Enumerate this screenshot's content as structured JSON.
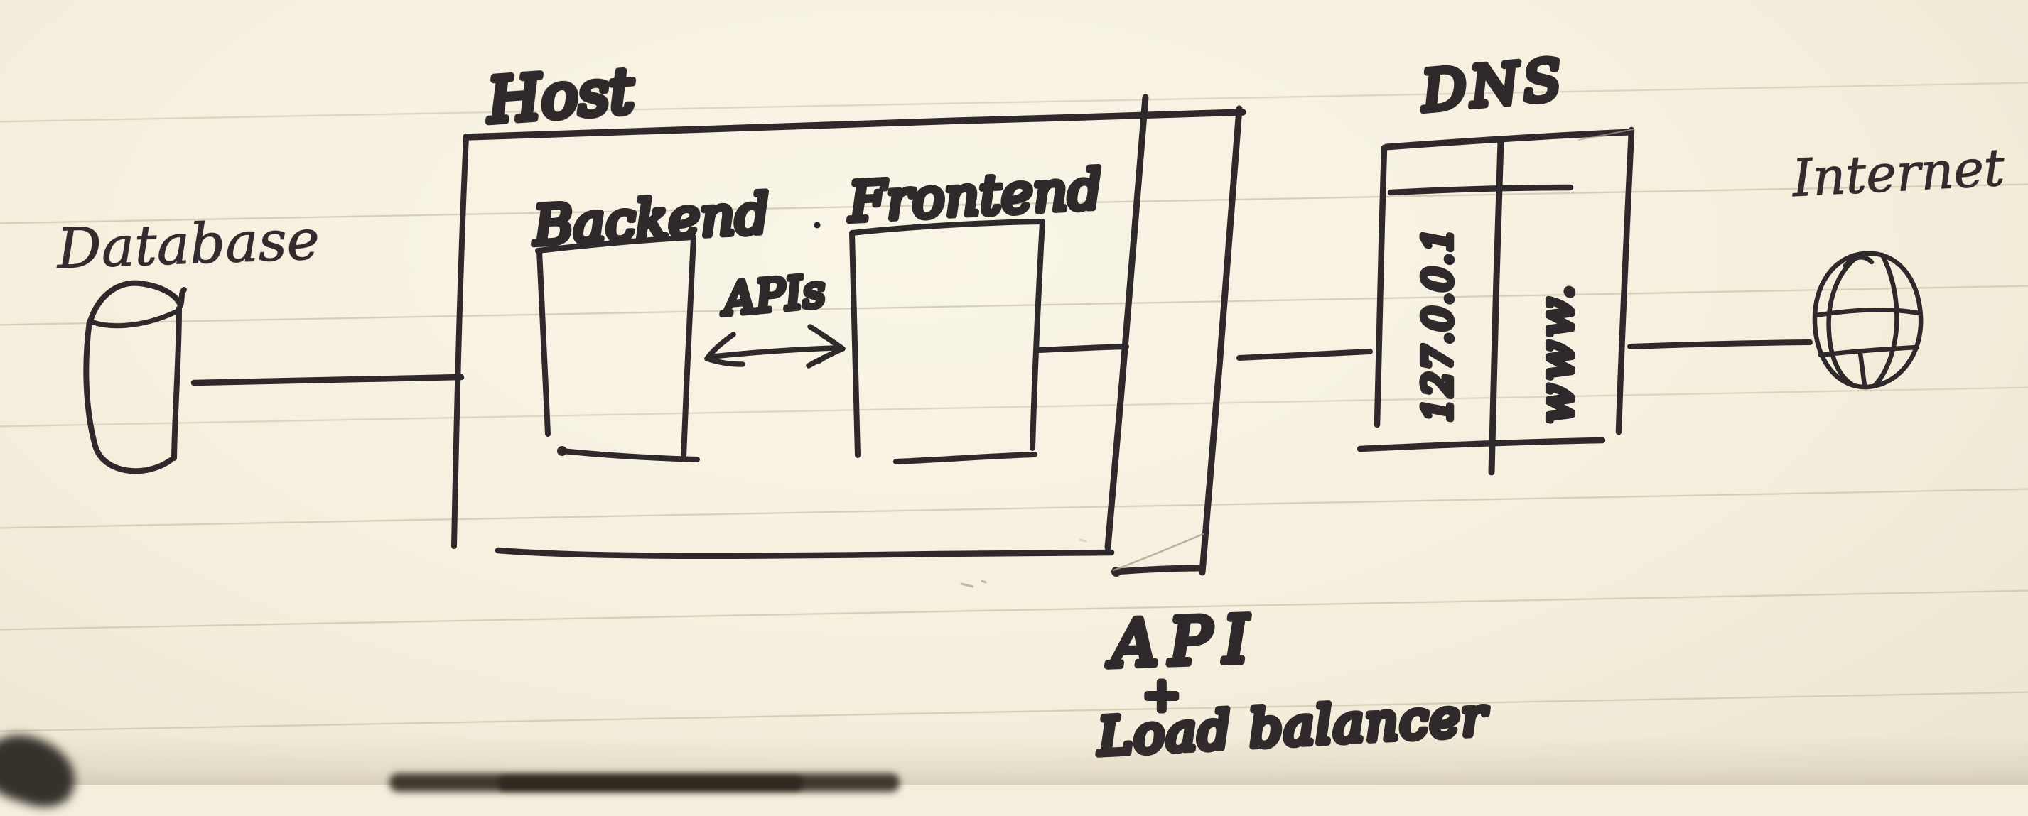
{
  "labels": {
    "database": "Database",
    "host": "Host",
    "backend": "Backend",
    "frontend": "Frontend",
    "apis": "APIs",
    "api": "API",
    "plus": "+",
    "load_balancer": "Load balancer",
    "dns": "DNS",
    "ip": "127.0.0.1",
    "www": "www.",
    "internet": "Internet"
  },
  "diagram": {
    "type": "hand-drawn system architecture sketch on ruled notebook paper",
    "nodes": [
      {
        "id": "database",
        "label": "Database",
        "icon": "database-cylinder-icon"
      },
      {
        "id": "host",
        "label": "Host",
        "kind": "container",
        "children": [
          "backend",
          "frontend"
        ]
      },
      {
        "id": "backend",
        "label": "Backend",
        "kind": "box"
      },
      {
        "id": "frontend",
        "label": "Frontend",
        "kind": "box"
      },
      {
        "id": "api_lb",
        "label": "API + Load balancer",
        "kind": "tall-box"
      },
      {
        "id": "dns",
        "label": "DNS",
        "kind": "table",
        "cells": [
          "127.0.0.1",
          "www."
        ]
      },
      {
        "id": "internet",
        "label": "Internet",
        "icon": "globe-icon"
      }
    ],
    "edges": [
      {
        "from": "database",
        "to": "host",
        "style": "line"
      },
      {
        "from": "backend",
        "to": "frontend",
        "label": "APIs",
        "style": "double-arrow"
      },
      {
        "from": "frontend",
        "to": "api_lb",
        "style": "line"
      },
      {
        "from": "api_lb",
        "to": "dns",
        "style": "line"
      },
      {
        "from": "dns",
        "to": "internet",
        "style": "line"
      }
    ]
  },
  "colors": {
    "ink": "#2f292b",
    "paper": "#f5efde",
    "ruled_line": "#d2cab4",
    "pencil": "#a8a193"
  }
}
